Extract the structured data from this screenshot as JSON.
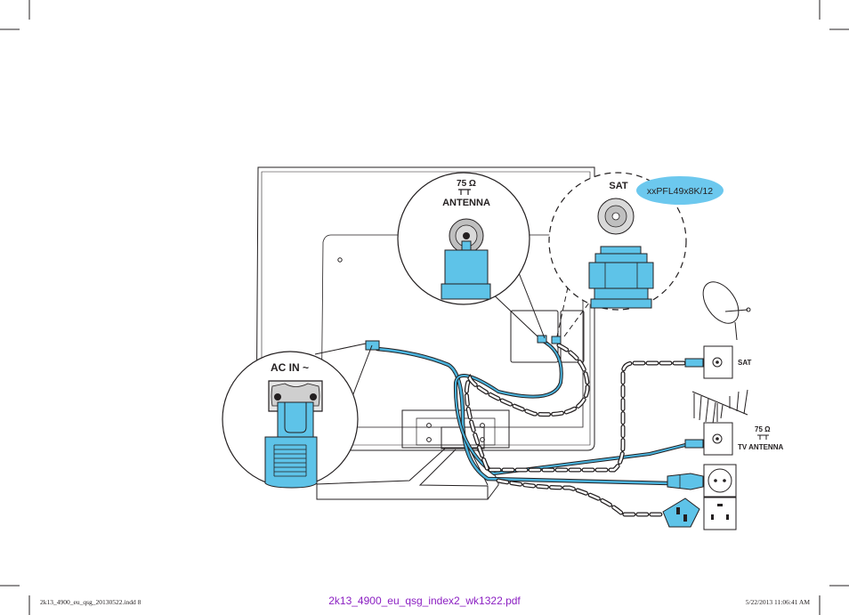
{
  "callouts": {
    "antenna": {
      "ohm": "75 Ω",
      "label": "ANTENNA"
    },
    "sat": {
      "label": "SAT"
    },
    "model_badge": "xxPFL49x8K/12",
    "ac_in": "AC IN ~"
  },
  "wall": {
    "sat": "SAT",
    "tv_antenna_ohm": "75 Ω",
    "tv_antenna": "TV ANTENNA"
  },
  "footer": {
    "left": "2k13_4900_eu_qsg_20130522.indd   8",
    "center": "2k13_4900_eu_qsg_index2_wk1322.pdf",
    "right": "5/22/2013   11:06:41 AM"
  },
  "colors": {
    "connector_blue": "#5ec3e8",
    "cable_blue": "#4ab3dd",
    "badge_blue": "#6cc8ee",
    "line": "#231f20",
    "pdf_text": "#8b1fc2"
  },
  "icons": [
    "coax-connector-icon",
    "f-connector-icon",
    "iec-power-plug-icon",
    "satellite-dish-icon",
    "tv-antenna-icon",
    "euro-plug-icon",
    "uk-plug-icon"
  ]
}
